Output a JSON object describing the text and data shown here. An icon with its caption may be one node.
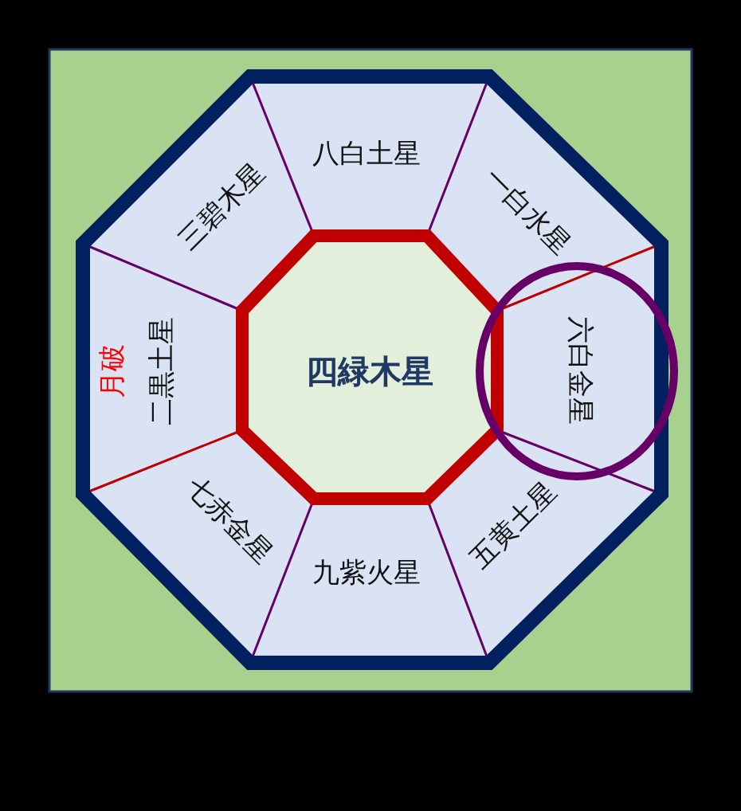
{
  "diagram": {
    "nodes": [
      {
        "text": [
          "八白土星"
        ]
      },
      {
        "text": [
          "三碧木星"
        ]
      },
      {
        "text": [
          "一白水星"
        ]
      },
      {
        "text": [
          "月破",
          "二黒土星"
        ]
      },
      {
        "text": [
          "四緑木星"
        ]
      },
      {
        "text": [
          "六白金星"
        ]
      },
      {
        "text": [
          "七赤金星"
        ]
      },
      {
        "text": [
          "九紫火星"
        ]
      },
      {
        "text": [
          "五黄土星"
        ]
      }
    ]
  }
}
